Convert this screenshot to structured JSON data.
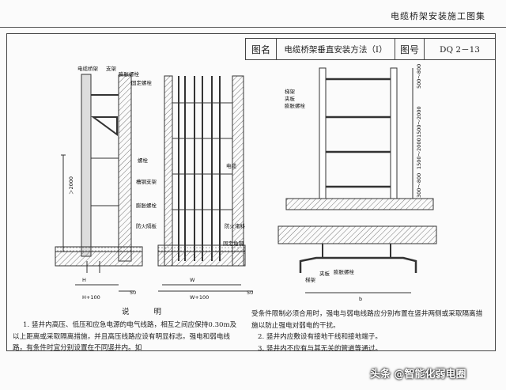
{
  "header": {
    "atlas_title": "电缆桥架安装施工图集"
  },
  "title_block": {
    "drawing_name_label": "图名",
    "drawing_name": "电缆桥架垂直安装方法（I）",
    "drawing_no_label": "图号",
    "drawing_no": "DQ 2－13"
  },
  "figure_labels": {
    "bridge": "电缆桥架",
    "bracket": "支架",
    "expansion_bolt": "膨胀螺栓",
    "fixing_bolt": "固定螺栓",
    "bolt": "螺栓",
    "channel_bracket": "槽钢支架",
    "expansion_bolt2": "膨胀螺栓",
    "cable": "电缆",
    "fire_board": "防火隔板",
    "fire_plug": "防火堵料",
    "angle_frame": "固定角钢",
    "height_dim": "＞2000",
    "h100": "H+100",
    "w100": "W+100",
    "dim50a": "50",
    "dim50b": "50",
    "w": "W",
    "h": "H",
    "ladder": "梯架",
    "clip": "夹板",
    "expansion_bolt3": "膨胀螺栓",
    "dim_500_800a": "500～800",
    "dim_1500_2000": "1500～2000",
    "dim_1500_2000b": "1500～2000",
    "dim_300_800": "300～800",
    "b": "b",
    "ladder2": "梯架",
    "clip2": "夹板",
    "expansion_bolt4": "膨胀螺栓"
  },
  "notes": {
    "title": "说 明",
    "left": "1. 竖井内高压、低压和应急电源的电气线路，相互之间应保持0.30m及以上距离或采取隔离措施，并且高压线路应设有明显标志。强电和弱电线路，有条件时宜分别设置在不同竖井内。如",
    "right1": "受条件限制必须合用时，强电与弱电线路应分别布置在竖井两侧或采取隔离措施以防止强电对弱电的干扰。",
    "right2": "2. 竖井内应敷设有接地干线和接地端子。",
    "right3": "3. 竖井内不应有与其无关的管道等通过。"
  },
  "watermark": "头条 @智能化弱电圈"
}
